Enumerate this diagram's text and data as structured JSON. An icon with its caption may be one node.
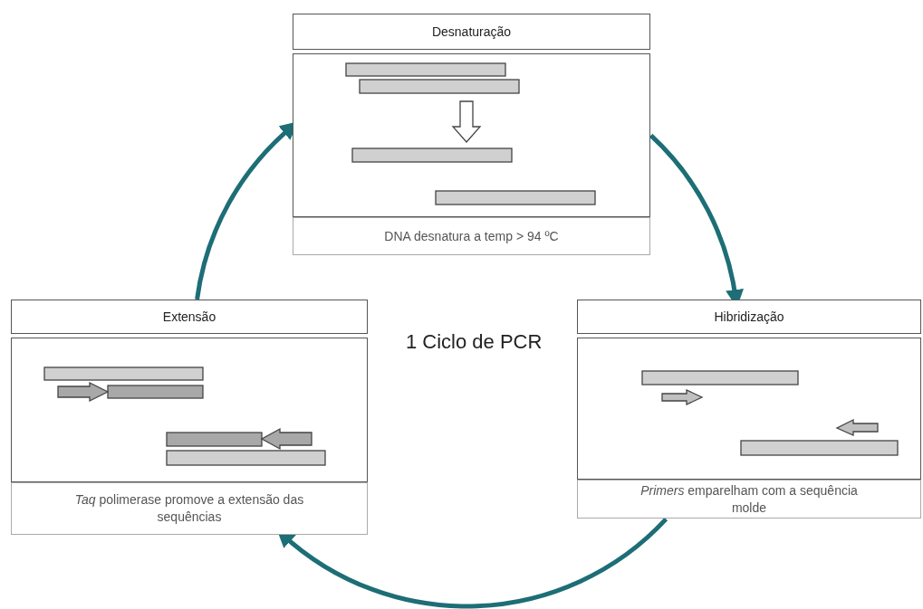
{
  "diagram": {
    "nodes": [
      {
        "text": [
          "Desnaturação",
          "DNA desnatura a temp > 94 ºC"
        ]
      },
      {
        "text": [
          "Extensão",
          "*Taq* polimerase promove a extensão das sequências"
        ]
      },
      {
        "text": [
          "Hibridização",
          "*Primers* emparelham com a sequência molde"
        ]
      }
    ],
    "edges": [
      {
        "from": 0,
        "to": 2,
        "arrow": "to"
      },
      {
        "from": 2,
        "to": 1,
        "arrow": "to"
      },
      {
        "from": 1,
        "to": 0,
        "arrow": "to"
      }
    ],
    "labels": [
      "1 Ciclo de PCR"
    ]
  }
}
